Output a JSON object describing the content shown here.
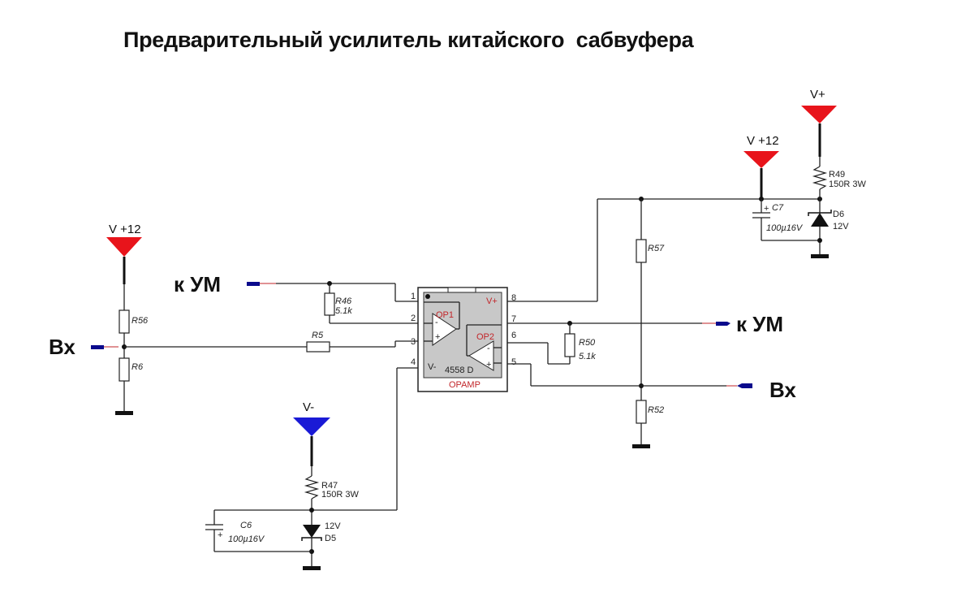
{
  "title": "Предварительный усилитель китайского  сабвуфера",
  "power": {
    "vplus12_left": "V +12",
    "vplus12_right": "V +12",
    "vplus": "V+",
    "vminus": "V-"
  },
  "ports": {
    "input_left": "Вх",
    "input_right": "Вх",
    "out_left": "к УМ",
    "out_right": "к УМ"
  },
  "components": {
    "R56": "R56",
    "R6": "R6",
    "R5": "R5",
    "R46": "R46",
    "R46_value": "5.1k",
    "R50": "R50",
    "R50_value": "5.1k",
    "R57": "R57",
    "R52": "R52",
    "R47": "R47",
    "R47_value": "150R 3W",
    "R49": "R49",
    "R49_value": "150R 3W",
    "C6": "C6",
    "C6_value": "100µ16V",
    "C7": "C7",
    "C7_value": "100µ16V",
    "D5": "D5",
    "D5_value": "12V",
    "D6": "D6",
    "D6_value": "12V"
  },
  "ic": {
    "part": "4558 D",
    "type": "OPAMP",
    "op1": "OP1",
    "op2": "OP2",
    "vplus": "V+",
    "vminus": "V-",
    "pins": [
      "1",
      "2",
      "3",
      "4",
      "5",
      "6",
      "7",
      "8"
    ]
  },
  "colors": {
    "positive_rail": "#e8141b",
    "negative_rail": "#1a1ad6",
    "port": "#0a0a8c",
    "ic_body": "#c8c8c8"
  }
}
